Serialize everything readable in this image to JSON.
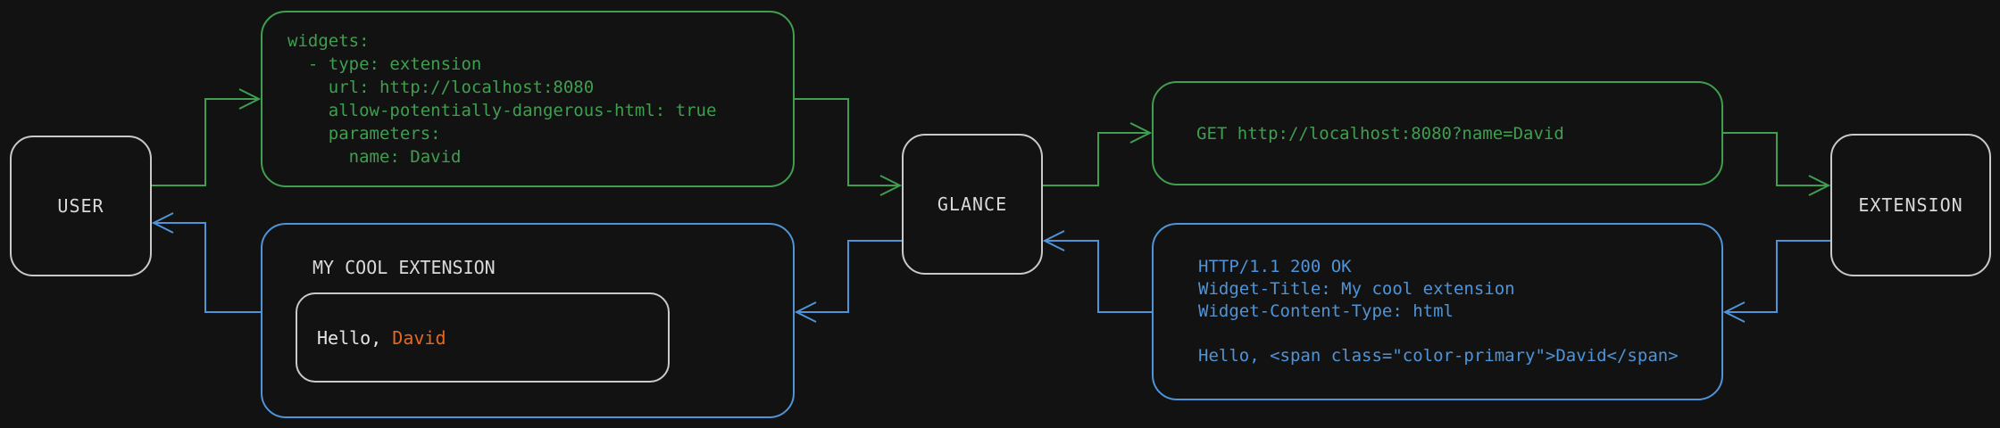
{
  "colors": {
    "background": "#121212",
    "green": "#3f9e4f",
    "blue": "#4f94d8",
    "orange": "#e5681e",
    "label_text": "#d9d9d9",
    "hello_text": "#e6e6e6",
    "node_border": "#c9c9c9",
    "inner_border": "#c9c9c9"
  },
  "nodes": {
    "user": {
      "label": "USER"
    },
    "glance": {
      "label": "GLANCE"
    },
    "extension": {
      "label": "EXTENSION"
    }
  },
  "messages": {
    "config": {
      "lines": [
        "widgets:",
        "  - type: extension",
        "    url: http://localhost:8080",
        "    allow-potentially-dangerous-html: true",
        "    parameters:",
        "      name: David"
      ]
    },
    "request": {
      "text": "GET http://localhost:8080?name=David"
    },
    "response": {
      "lines": [
        "HTTP/1.1 200 OK",
        "Widget-Title: My cool extension",
        "Widget-Content-Type: html",
        "",
        "Hello, <span class=\"color-primary\">David</span>"
      ]
    },
    "widget": {
      "title": "MY COOL EXTENSION",
      "greeting_prefix": "Hello, ",
      "greeting_name": "David"
    }
  }
}
